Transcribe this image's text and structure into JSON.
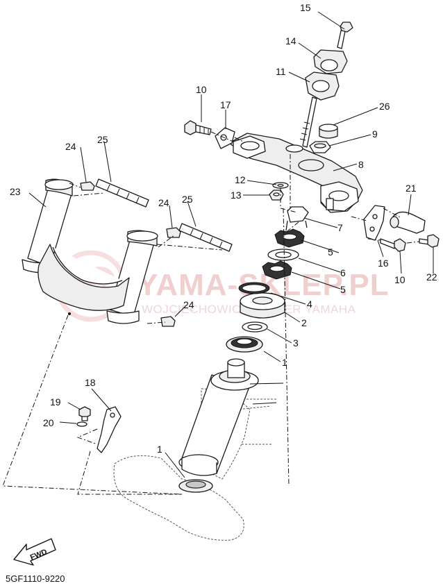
{
  "watermark": {
    "main": "YAMA-SKLEP.PL",
    "sub": "WOJCIECHOWICZ DEALER YAMAHA"
  },
  "diagram_code": "5GF1110-9220",
  "fwd_label": "FWD",
  "callouts": {
    "c15": "15",
    "c14": "14",
    "c11": "11",
    "c10a": "10",
    "c17": "17",
    "c26": "26",
    "c9": "9",
    "c8": "8",
    "c24a": "24",
    "c25a": "25",
    "c23": "23",
    "c12": "12",
    "c13": "13",
    "c24b": "24",
    "c25b": "25",
    "c21": "21",
    "c7": "7",
    "c5a": "5",
    "c16": "16",
    "c10b": "10",
    "c22": "22",
    "c6": "6",
    "c5b": "5",
    "c4": "4",
    "c24c": "24",
    "c2": "2",
    "c3": "3",
    "c1a": "1",
    "c18": "18",
    "c19": "19",
    "c20": "20",
    "c1b": "1"
  }
}
